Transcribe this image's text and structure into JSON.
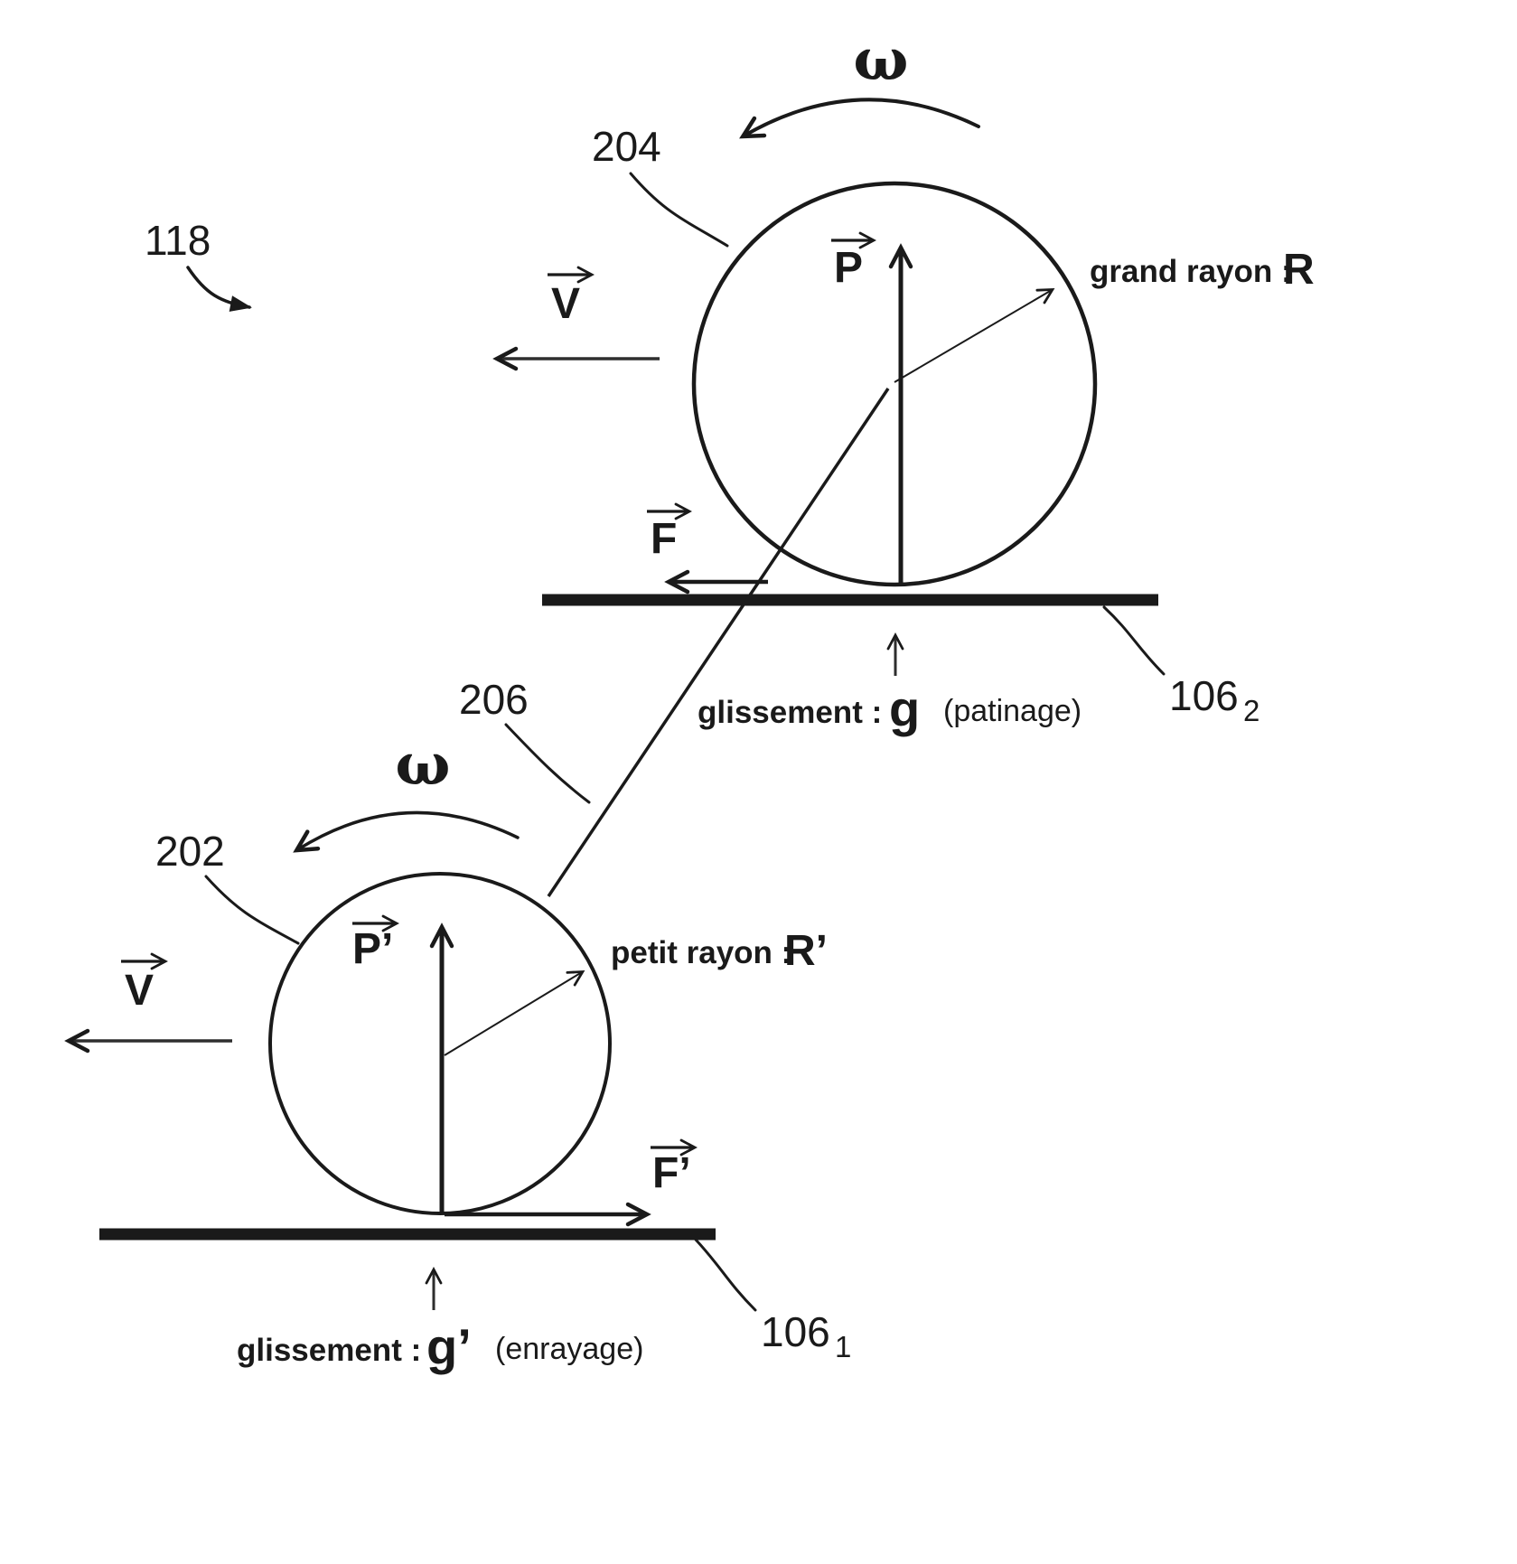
{
  "figure": {
    "ref_main": "118",
    "connector_ref": "206",
    "top_wheel": {
      "ref": "204",
      "omega": "ω",
      "velocity": "V",
      "weight": "P",
      "friction": "F",
      "radius_caption": "grand rayon :",
      "radius_symbol": "R",
      "slip_caption": "glissement :",
      "slip_symbol": "g",
      "slip_note": "(patinage)",
      "rail_ref": "106",
      "rail_ref_sub": "2"
    },
    "bottom_wheel": {
      "ref": "202",
      "omega": "ω",
      "velocity": "V",
      "weight": "P’",
      "friction": "F’",
      "radius_caption": "petit rayon :",
      "radius_symbol": "R’",
      "slip_caption": "glissement :",
      "slip_symbol": "g’",
      "slip_note": "(enrayage)",
      "rail_ref": "106",
      "rail_ref_sub": "1"
    },
    "colors": {
      "ink": "#1a1a1a",
      "background": "#ffffff"
    }
  }
}
